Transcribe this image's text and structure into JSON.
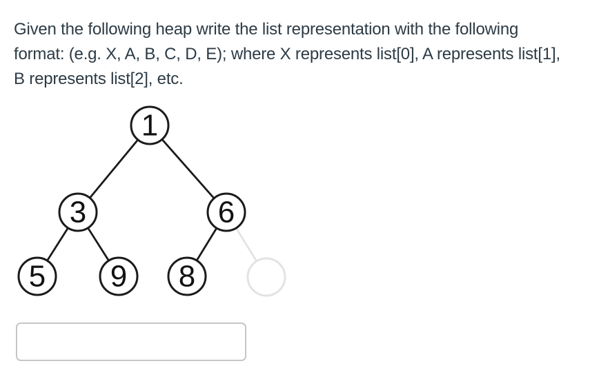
{
  "question": {
    "lines": [
      "Given the following heap write the list representation with the following",
      "format: (e.g. X, A, B, C, D, E); where X represents list[0], A represents list[1],",
      "B represents list[2], etc."
    ],
    "text_color": "#2d3b45"
  },
  "tree": {
    "type": "binary-heap-diagram",
    "stroke_color": "#1a1a1a",
    "placeholder_color": "#e3e3e3",
    "nodes": [
      {
        "value": "1",
        "role": "root"
      },
      {
        "value": "3",
        "role": "left-child-of-1"
      },
      {
        "value": "6",
        "role": "right-child-of-1"
      },
      {
        "value": "5",
        "role": "left-child-of-3"
      },
      {
        "value": "9",
        "role": "right-child-of-3"
      },
      {
        "value": "8",
        "role": "left-child-of-6"
      },
      {
        "value": "",
        "role": "empty-right-child-of-6",
        "placeholder": true
      }
    ],
    "edges": [
      {
        "from": "1",
        "to": "3",
        "style": "solid"
      },
      {
        "from": "1",
        "to": "6",
        "style": "solid"
      },
      {
        "from": "3",
        "to": "5",
        "style": "solid"
      },
      {
        "from": "3",
        "to": "9",
        "style": "solid"
      },
      {
        "from": "6",
        "to": "8",
        "style": "solid"
      },
      {
        "from": "6",
        "to": "",
        "style": "placeholder"
      }
    ]
  },
  "answer": {
    "value": "",
    "placeholder": ""
  }
}
